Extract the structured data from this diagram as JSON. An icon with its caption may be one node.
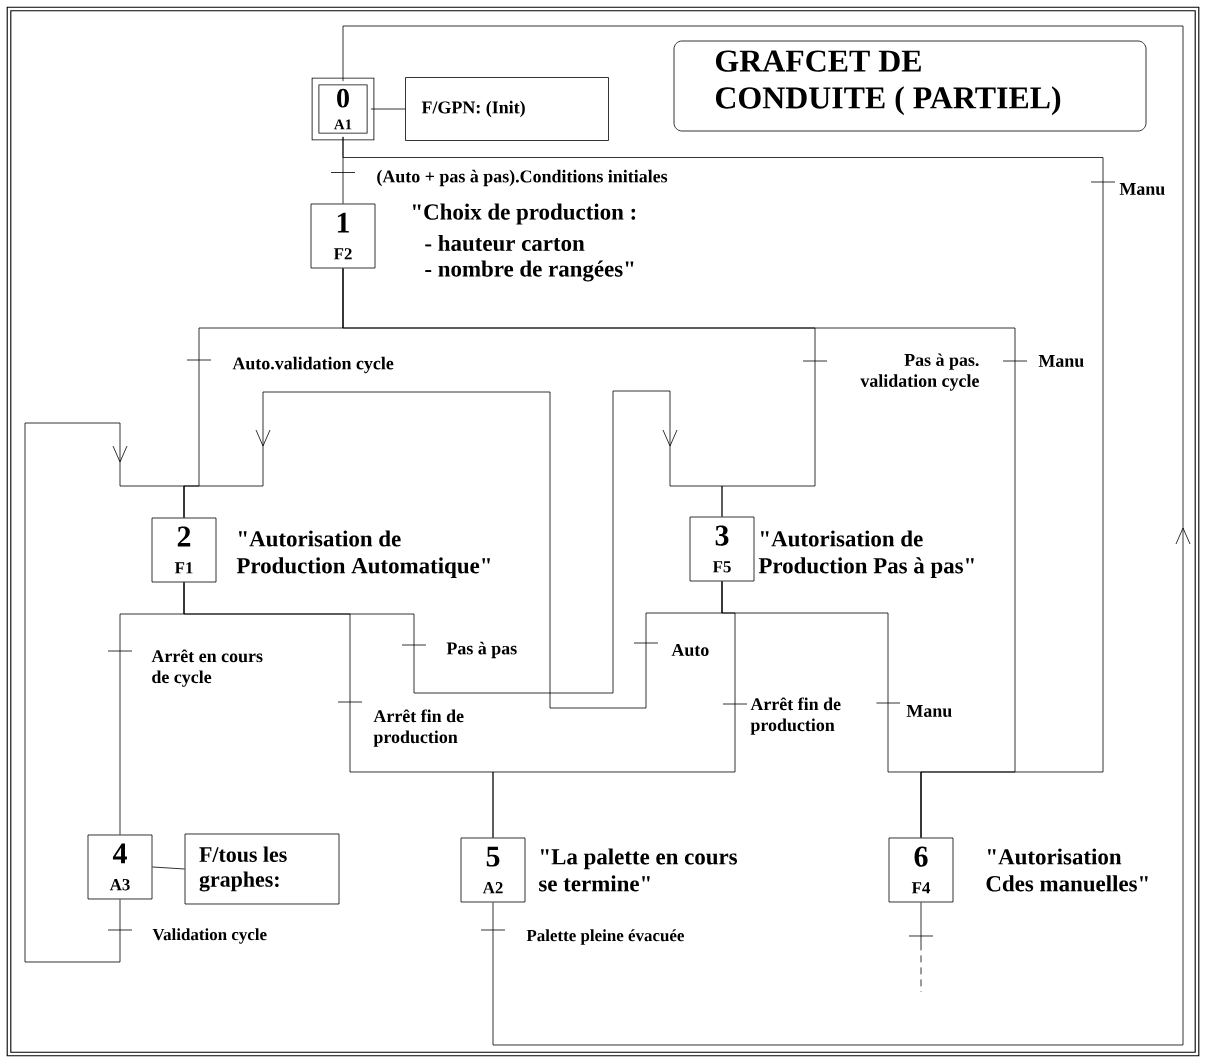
{
  "diagram": {
    "title": "GRAFCET DE CONDUITE ( PARTIEL)",
    "nodes": [
      {
        "text": [
          "0",
          "A1"
        ]
      },
      {
        "text": [
          "F/GPN: (Init)"
        ]
      },
      {
        "text": [
          "1",
          "F2"
        ],
        "beside": [
          "\"Choix de production :",
          "- hauteur carton",
          "- nombre de rangées\""
        ]
      },
      {
        "text": [
          "2",
          "F1"
        ],
        "beside": [
          "\"Autorisation de Production Automatique\""
        ]
      },
      {
        "text": [
          "3",
          "F5"
        ],
        "beside": [
          "\"Autorisation de Production Pas à pas\""
        ]
      },
      {
        "text": [
          "4",
          "A3"
        ]
      },
      {
        "text": [
          "F/tous les graphes:"
        ]
      },
      {
        "text": [
          "5",
          "A2"
        ],
        "beside": [
          "\"La palette en cours se termine\""
        ]
      },
      {
        "text": [
          "6",
          "F4"
        ],
        "beside": [
          "\"Autorisation Cdes manuelles\""
        ]
      }
    ],
    "edges": [
      {
        "from": 0,
        "to": 1,
        "arrow": "none"
      },
      {
        "from": 0,
        "to": 2,
        "arrow": "none",
        "label": "(Auto + pas à pas).Conditions initiales"
      },
      {
        "from": 0,
        "to": 8,
        "arrow": "none",
        "label": "Manu"
      },
      {
        "from": 2,
        "to": 3,
        "arrow": "none",
        "label": "Auto.validation cycle"
      },
      {
        "from": 2,
        "to": 4,
        "arrow": "none",
        "label": "Pas à pas. validation cycle"
      },
      {
        "from": 2,
        "to": 8,
        "arrow": "none",
        "label": "Manu"
      },
      {
        "from": 3,
        "to": 5,
        "arrow": "none",
        "label": "Arrêt en cours de cycle"
      },
      {
        "from": 3,
        "to": 7,
        "arrow": "none",
        "label": "Arrêt fin de production"
      },
      {
        "from": 3,
        "to": 4,
        "arrow": "to",
        "label": "Pas à pas"
      },
      {
        "from": 4,
        "to": 3,
        "arrow": "to",
        "label": "Auto"
      },
      {
        "from": 4,
        "to": 7,
        "arrow": "none",
        "label": "Arrêt fin de production"
      },
      {
        "from": 4,
        "to": 8,
        "arrow": "none",
        "label": "Manu"
      },
      {
        "from": 5,
        "to": 3,
        "arrow": "to",
        "label": "Validation cycle"
      },
      {
        "from": 5,
        "to": 6,
        "arrow": "none"
      },
      {
        "from": 7,
        "to": 0,
        "arrow": "to",
        "label": "Palette pleine évacuée"
      },
      {
        "from": 8,
        "to": null,
        "arrow": "none",
        "style": "dashed"
      }
    ]
  }
}
